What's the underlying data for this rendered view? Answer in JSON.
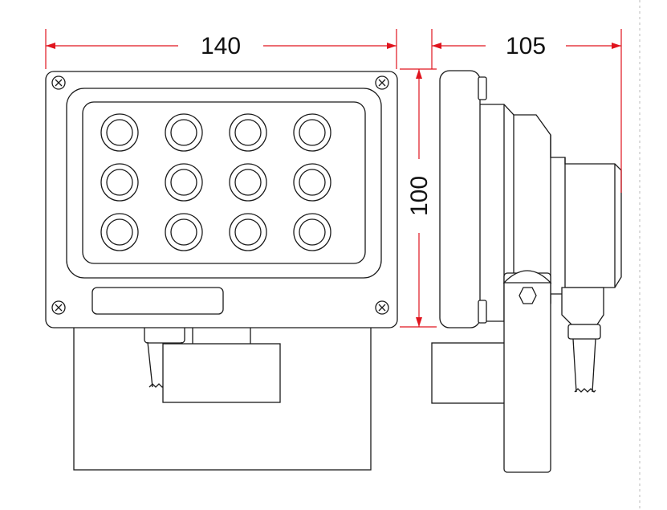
{
  "dimensions": {
    "width": "140",
    "height": "100",
    "depth": "105"
  },
  "colors": {
    "dimension_lines": "#e0141e",
    "outline": "#1a1a1a",
    "background": "#ffffff"
  },
  "led_grid": {
    "rows": 3,
    "columns": 4
  }
}
